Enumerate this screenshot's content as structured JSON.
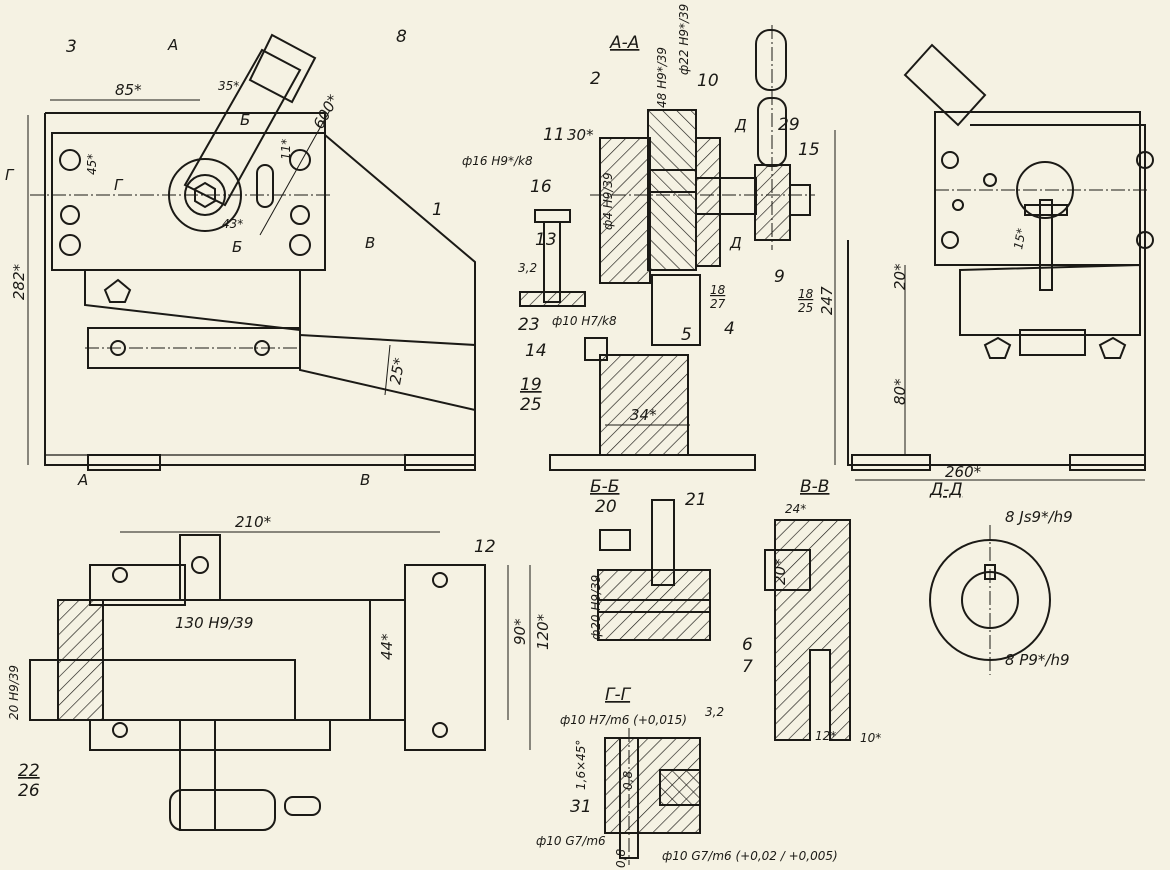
{
  "sections": {
    "aa": "А-А",
    "bb": "Б-Б",
    "vv": "В-В",
    "gg": "Г-Г",
    "dd": "Д-Д"
  },
  "cut_marks": {
    "a_top": "А",
    "a_bottom": "А",
    "b_top": "Б",
    "b_bottom": "Б",
    "v_top": "В",
    "v_bottom": "В",
    "g_left": "Г",
    "g_right": "Г",
    "d_top": "Д",
    "d_bottom": "Д"
  },
  "parts": {
    "p1": "1",
    "p2": "2",
    "p3": "3",
    "p4": "4",
    "p5": "5",
    "p6": "6",
    "p7": "7",
    "p8": "8",
    "p9": "9",
    "p10": "10",
    "p11": "11",
    "p12": "12",
    "p13": "13",
    "p14": "14",
    "p15": "15",
    "p16": "16",
    "p20": "20",
    "p21": "21",
    "p23": "23",
    "p29": "29",
    "p31": "31",
    "p18a": "18",
    "p18a_sub": "27",
    "p18b": "18",
    "p18b_sub": "25",
    "p19": "19",
    "p19_sub": "25",
    "p22": "22",
    "p22_sub": "26"
  },
  "dimensions": {
    "d85": "85*",
    "d35": "35*",
    "d600": "600*",
    "d45": "45*",
    "d11": "11*",
    "d43": "43*",
    "d282": "282*",
    "d25": "25*",
    "d30": "30*",
    "d16fit": "ф16 H9*/k8",
    "d4fit": "ф4 H9/39",
    "d48fit": "48 H9*/39",
    "d22fit": "ф22 H9*/39",
    "d32a": "3,2",
    "d10fit": "ф10 H7/k8",
    "d34": "34*",
    "d15": "15*",
    "d20r": "20*",
    "d247": "247",
    "d80": "80*",
    "d260": "260*",
    "d24": "24*",
    "d20v": "20*",
    "d12": "12*",
    "d10": "10*",
    "dJs9": "8 Js9*/h9",
    "dP9": "8 P9*/h9",
    "d210": "210*",
    "d130": "130 H9/39",
    "d44": "44*",
    "d90": "90*",
    "d120": "120*",
    "d20h9": "20 H9/39",
    "d20bb": "ф20 H9/39",
    "dg_top": "ф10 H7/m6 (+0,015)",
    "d32b": "3,2",
    "d16x45": "1,6×45°",
    "dg_left": "ф10 G7/m6",
    "dg_bottom": "ф10 G7/m6 (+0,02 / +0,005)",
    "d08": "0,8",
    "d08b": "0,8"
  },
  "colors": {
    "paper": "#f5f2e3",
    "ink": "#1b1a16"
  }
}
